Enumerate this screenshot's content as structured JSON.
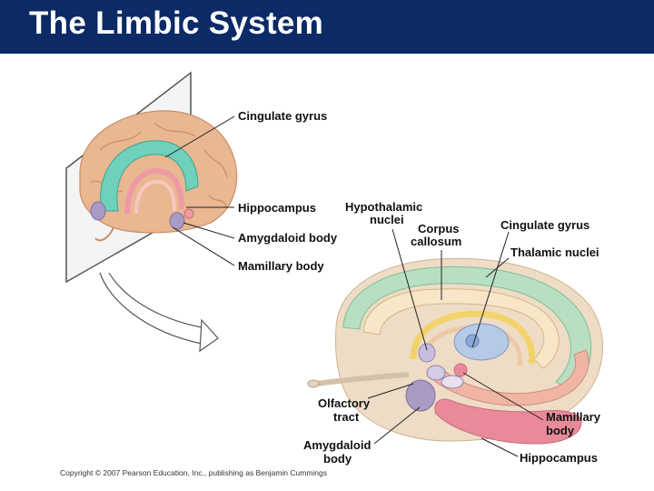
{
  "title": "The Limbic System",
  "small_figure_labels": {
    "cingulate_gyrus": "Cingulate gyrus",
    "hippocampus": "Hippocampus",
    "amygdaloid_body": "Amygdaloid body",
    "mamillary_body": "Mamillary body"
  },
  "large_figure_labels": {
    "hypothalamic_nuclei_1": "Hypothalamic",
    "hypothalamic_nuclei_2": "nuclei",
    "corpus_callosum_1": "Corpus",
    "corpus_callosum_2": "callosum",
    "cingulate_gyrus": "Cingulate gyrus",
    "thalamic_nuclei": "Thalamic nuclei",
    "olfactory_tract_1": "Olfactory",
    "olfactory_tract_2": "tract",
    "amygdaloid_body_1": "Amygdaloid",
    "amygdaloid_body_2": "body",
    "mamillary_body_1": "Mamillary",
    "mamillary_body_2": "body",
    "hippocampus": "Hippocampus"
  },
  "copyright": "Copyright © 2007 Pearson Education, Inc., publishing as Benjamin Cummings",
  "colors": {
    "title_bar": "#0b2a66",
    "cortex": "#e8b48c",
    "cingulate": "#6fd0bc",
    "outer_band": "#b9dfc2",
    "hippocampus": "#e98a9a",
    "amygdala": "#a99bc4"
  }
}
